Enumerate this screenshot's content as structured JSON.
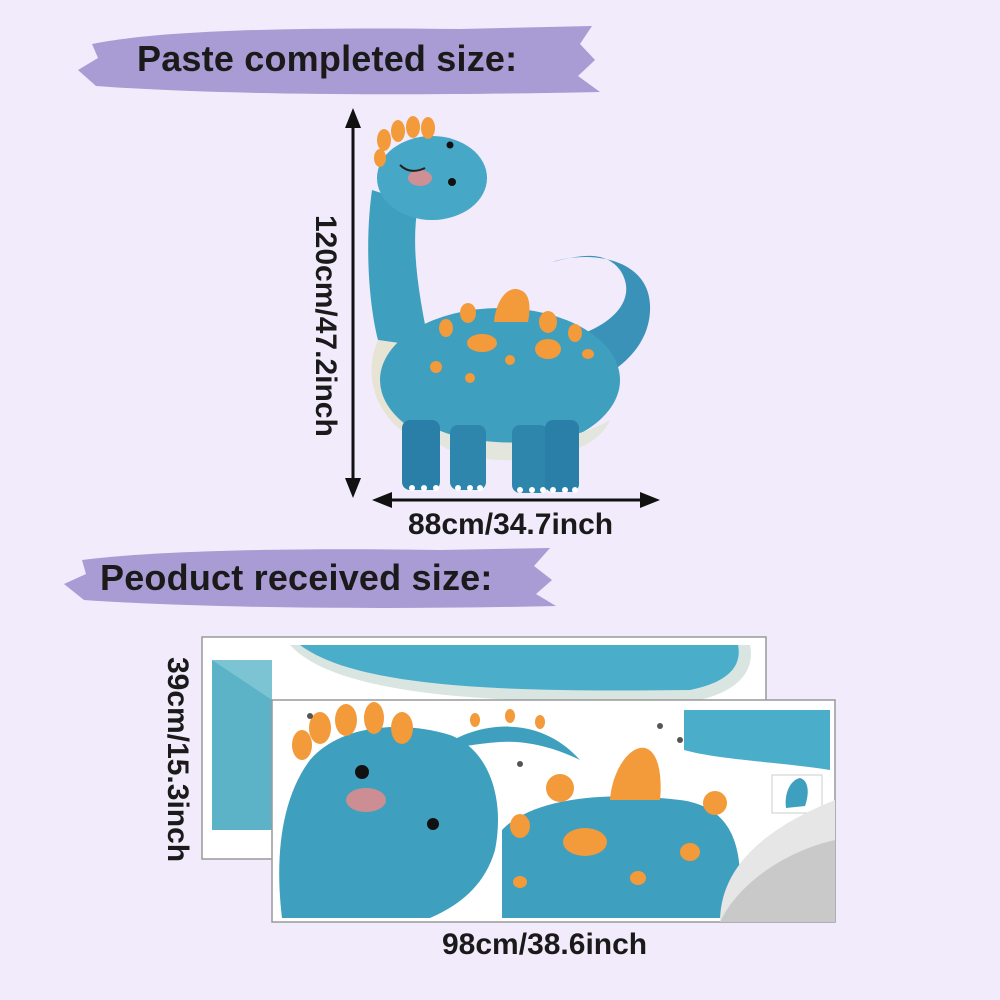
{
  "banners": {
    "completed_title": "Paste completed size:",
    "received_title": "Peoduct received size:"
  },
  "completed": {
    "height_label": "120cm/47.2inch",
    "width_label": "88cm/34.7inch"
  },
  "received": {
    "height_label": "39cm/15.3inch",
    "width_label": "98cm/38.6inch"
  },
  "colors": {
    "background": "#f1ebfb",
    "banner": "#a99bd3",
    "dino_blue": "#3f9fbf",
    "dino_orange": "#f39a3a"
  }
}
